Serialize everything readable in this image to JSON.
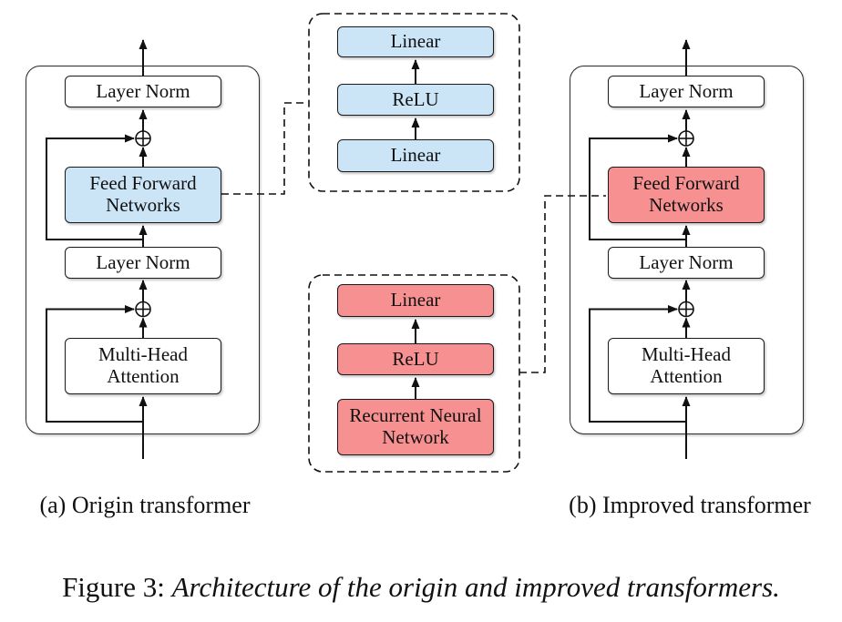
{
  "figure": {
    "caption_prefix": "Figure 3: ",
    "caption_italic": "Architecture of the origin and improved transformers."
  },
  "colors": {
    "origin_fill": "#cbe5f7",
    "improved_fill": "#f79090",
    "line": "#111111"
  },
  "panel_a": {
    "caption": "(a) Origin transformer",
    "layer_norm_top": "Layer Norm",
    "ffn": "Feed Forward Networks",
    "layer_norm_mid": "Layer Norm",
    "attention": "Multi-Head Attention"
  },
  "panel_b": {
    "caption": "(b) Improved transformer",
    "layer_norm_top": "Layer Norm",
    "ffn": "Feed Forward Networks",
    "layer_norm_mid": "Layer Norm",
    "attention": "Multi-Head Attention"
  },
  "ffn_module_origin": {
    "top": "Linear",
    "mid": "ReLU",
    "bottom": "Linear"
  },
  "ffn_module_improved": {
    "top": "Linear",
    "mid": "ReLU",
    "bottom": "Recurrent Neural Network"
  }
}
